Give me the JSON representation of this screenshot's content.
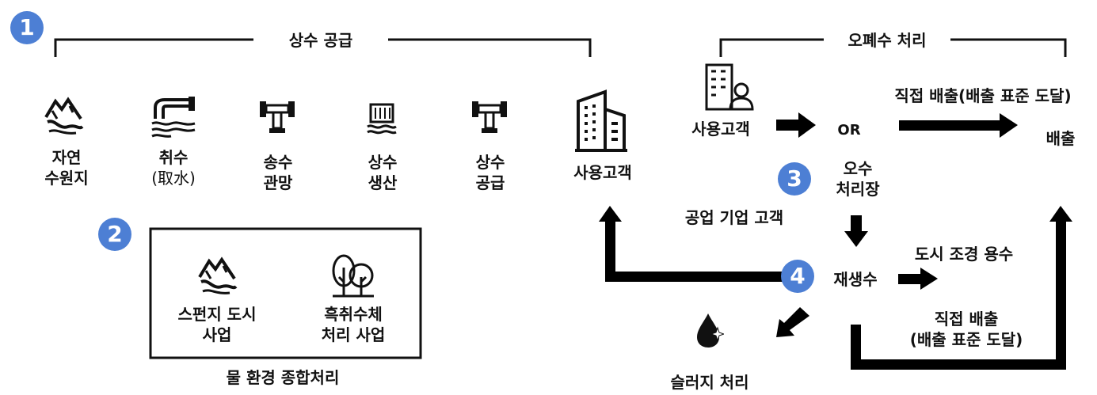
{
  "colors": {
    "badge": "#4d7fd4",
    "line": "#111111",
    "arrow": "#000000"
  },
  "badges": {
    "b1": "1",
    "b2": "2",
    "b3": "3",
    "b4": "4"
  },
  "section1": {
    "title": "상수 공급",
    "steps": [
      {
        "icon": "mountain-river-icon",
        "line1": "자연",
        "line2": "수원지"
      },
      {
        "icon": "water-intake-icon",
        "line1": "취수",
        "line2": "(取水)"
      },
      {
        "icon": "pipe-icon",
        "line1": "송수",
        "line2": "관망"
      },
      {
        "icon": "water-plant-icon",
        "line1": "상수",
        "line2": "생산"
      },
      {
        "icon": "pipe-icon",
        "line1": "상수",
        "line2": "공급"
      }
    ],
    "customer": "사용고객"
  },
  "section2": {
    "items": [
      {
        "icon": "mountain-river-icon",
        "line1": "스펀지 도시",
        "line2": "사업"
      },
      {
        "icon": "trees-icon",
        "line1": "흑취수체",
        "line2": "처리 사업"
      }
    ],
    "caption": "물 환경 종합처리"
  },
  "wastewater": {
    "title": "오폐수 처리",
    "customer": "사용고객",
    "or": "OR",
    "direct": "직접 배출(배출 표준 도달)",
    "discharge": "배출",
    "plant_line1": "오수",
    "plant_line2": "처리장",
    "industrial": "공업 기업 고객",
    "reclaimed": "재생수",
    "landscape": "도시 조경 용수",
    "direct2_line1": "직접 배출",
    "direct2_line2": "(배출 표준 도달)",
    "sludge": "슬러지 처리"
  }
}
